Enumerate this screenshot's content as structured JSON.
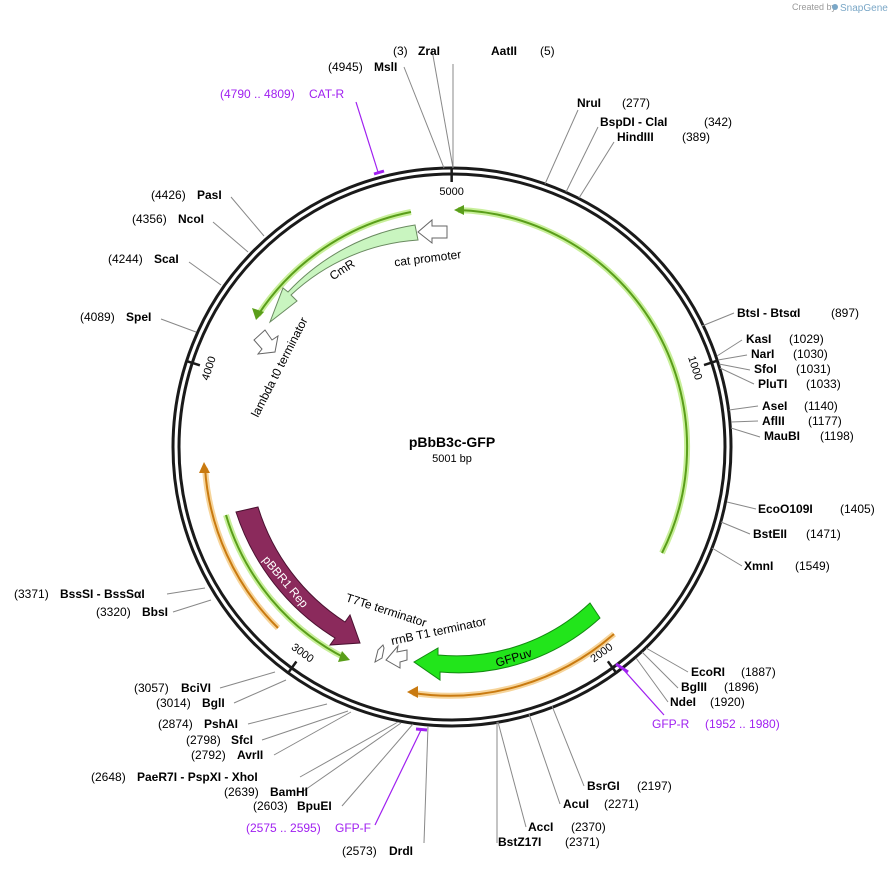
{
  "header": {
    "brand_prefix": "Created by",
    "brand_name": "SnapGene"
  },
  "plasmid": {
    "name": "pBbB3c-GFP",
    "size_label": "5001 bp",
    "length": 5001
  },
  "ticks": [
    {
      "pos": 1000,
      "label": "1000"
    },
    {
      "pos": 2000,
      "label": "2000"
    },
    {
      "pos": 3000,
      "label": "3000"
    },
    {
      "pos": 4000,
      "label": "4000"
    },
    {
      "pos": 5000,
      "label": "5000"
    }
  ],
  "enzymes": [
    {
      "name": "ZraI",
      "pos_label": "(3)",
      "pos": 3
    },
    {
      "name": "AatII",
      "pos_label": "(5)",
      "pos": 5
    },
    {
      "name": "MslI",
      "pos_label": "(4945)",
      "pos": 4945
    },
    {
      "name": "NruI",
      "pos_label": "(277)",
      "pos": 277
    },
    {
      "name": "BspDI - ClaI",
      "pos_label": "(342)",
      "pos": 342
    },
    {
      "name": "HindIII",
      "pos_label": "(389)",
      "pos": 389
    },
    {
      "name": "BtsI - BtsαI",
      "pos_label": "(897)",
      "pos": 897
    },
    {
      "name": "KasI",
      "pos_label": "(1029)",
      "pos": 1029
    },
    {
      "name": "NarI",
      "pos_label": "(1030)",
      "pos": 1030
    },
    {
      "name": "SfoI",
      "pos_label": "(1031)",
      "pos": 1031
    },
    {
      "name": "PluTI",
      "pos_label": "(1033)",
      "pos": 1033
    },
    {
      "name": "AseI",
      "pos_label": "(1140)",
      "pos": 1140
    },
    {
      "name": "AflII",
      "pos_label": "(1177)",
      "pos": 1177
    },
    {
      "name": "MauBI",
      "pos_label": "(1198)",
      "pos": 1198
    },
    {
      "name": "EcoO109I",
      "pos_label": "(1405)",
      "pos": 1405
    },
    {
      "name": "BstEII",
      "pos_label": "(1471)",
      "pos": 1471
    },
    {
      "name": "XmnI",
      "pos_label": "(1549)",
      "pos": 1549
    },
    {
      "name": "EcoRI",
      "pos_label": "(1887)",
      "pos": 1887
    },
    {
      "name": "BglII",
      "pos_label": "(1896)",
      "pos": 1896
    },
    {
      "name": "NdeI",
      "pos_label": "(1920)",
      "pos": 1920
    },
    {
      "name": "BsrGI",
      "pos_label": "(2197)",
      "pos": 2197
    },
    {
      "name": "AcuI",
      "pos_label": "(2271)",
      "pos": 2271
    },
    {
      "name": "AccI",
      "pos_label": "(2370)",
      "pos": 2370
    },
    {
      "name": "BstZ17I",
      "pos_label": "(2371)",
      "pos": 2371
    },
    {
      "name": "DrdI",
      "pos_label": "(2573)",
      "pos": 2573
    },
    {
      "name": "BpuEI",
      "pos_label": "(2603)",
      "pos": 2603
    },
    {
      "name": "BamHI",
      "pos_label": "(2639)",
      "pos": 2639
    },
    {
      "name": "PaeR7I - PspXI - XhoI",
      "pos_label": "(2648)",
      "pos": 2648
    },
    {
      "name": "AvrII",
      "pos_label": "(2792)",
      "pos": 2792
    },
    {
      "name": "SfcI",
      "pos_label": "(2798)",
      "pos": 2798
    },
    {
      "name": "PshAI",
      "pos_label": "(2874)",
      "pos": 2874
    },
    {
      "name": "BglI",
      "pos_label": "(3014)",
      "pos": 3014
    },
    {
      "name": "BciVI",
      "pos_label": "(3057)",
      "pos": 3057
    },
    {
      "name": "BbsI",
      "pos_label": "(3320)",
      "pos": 3320
    },
    {
      "name": "BssSI - BssSαI",
      "pos_label": "(3371)",
      "pos": 3371
    },
    {
      "name": "SpeI",
      "pos_label": "(4089)",
      "pos": 4089
    },
    {
      "name": "ScaI",
      "pos_label": "(4244)",
      "pos": 4244
    },
    {
      "name": "NcoI",
      "pos_label": "(4356)",
      "pos": 4356
    },
    {
      "name": "PasI",
      "pos_label": "(4426)",
      "pos": 4426
    }
  ],
  "primers": [
    {
      "name": "CAT-R",
      "range_label": "(4790 .. 4809)",
      "pos": 4800
    },
    {
      "name": "GFP-R",
      "range_label": "(1952 .. 1980)",
      "pos": 1966
    },
    {
      "name": "GFP-F",
      "range_label": "(2575 .. 2595)",
      "pos": 2585
    }
  ],
  "features": [
    {
      "name": "CmR",
      "type": "CDS",
      "color": "#c9f5c0"
    },
    {
      "name": "cat promoter",
      "type": "promoter",
      "color": "#ffffff"
    },
    {
      "name": "lambda t0 terminator",
      "type": "terminator",
      "color": "#ffffff"
    },
    {
      "name": "pBBR1 Rep",
      "type": "CDS",
      "color": "#8b2a5c"
    },
    {
      "name": "T7Te terminator",
      "type": "terminator",
      "color": "#ffffff"
    },
    {
      "name": "rrnB T1 terminator",
      "type": "terminator",
      "color": "#ffffff"
    },
    {
      "name": "GFPuv",
      "type": "CDS",
      "color": "#22e51b"
    }
  ],
  "colors": {
    "backbone": "#1a1a1a",
    "orf_green": "#5a9e1a",
    "orf_green_glow": "#c8ef9a",
    "orf_orange": "#c97a10",
    "orf_orange_glow": "#f6d49a",
    "primer": "#a020f0"
  }
}
